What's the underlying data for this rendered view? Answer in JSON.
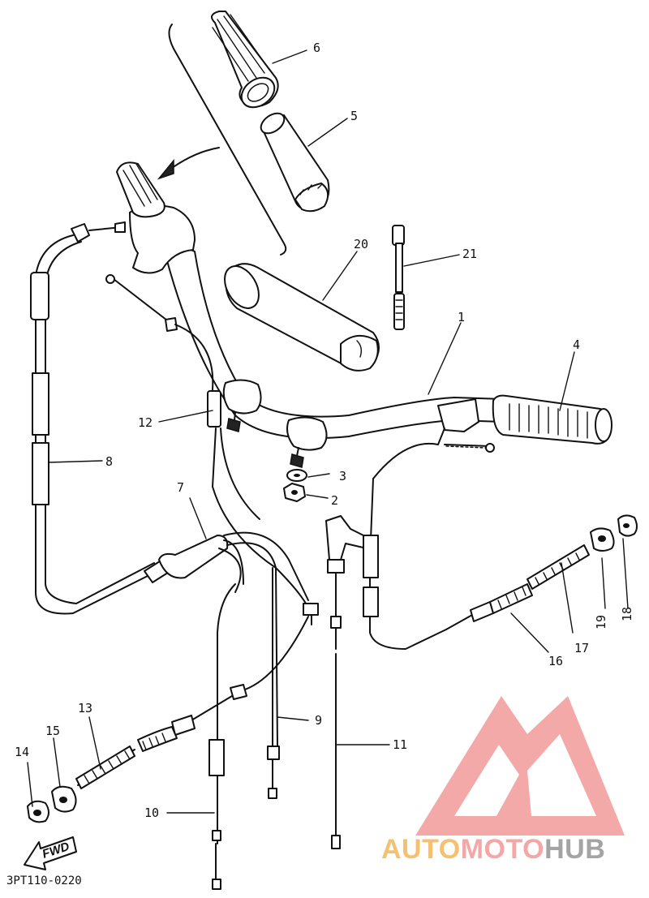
{
  "diagram_code": "3PT110-0220",
  "direction_label": "FWD",
  "watermark": {
    "part1": "AUTO",
    "part2": "MOTO",
    "part3": "HUB",
    "color1": "#f5c070",
    "color2": "#f4a7a7",
    "color3": "#a4a4a4",
    "logo_color": "#f08c8c"
  },
  "callouts": [
    "6",
    "5",
    "20",
    "21",
    "1",
    "4",
    "12",
    "8",
    "7",
    "3",
    "2",
    "19",
    "18",
    "17",
    "16",
    "13",
    "15",
    "14",
    "9",
    "11",
    "10"
  ]
}
